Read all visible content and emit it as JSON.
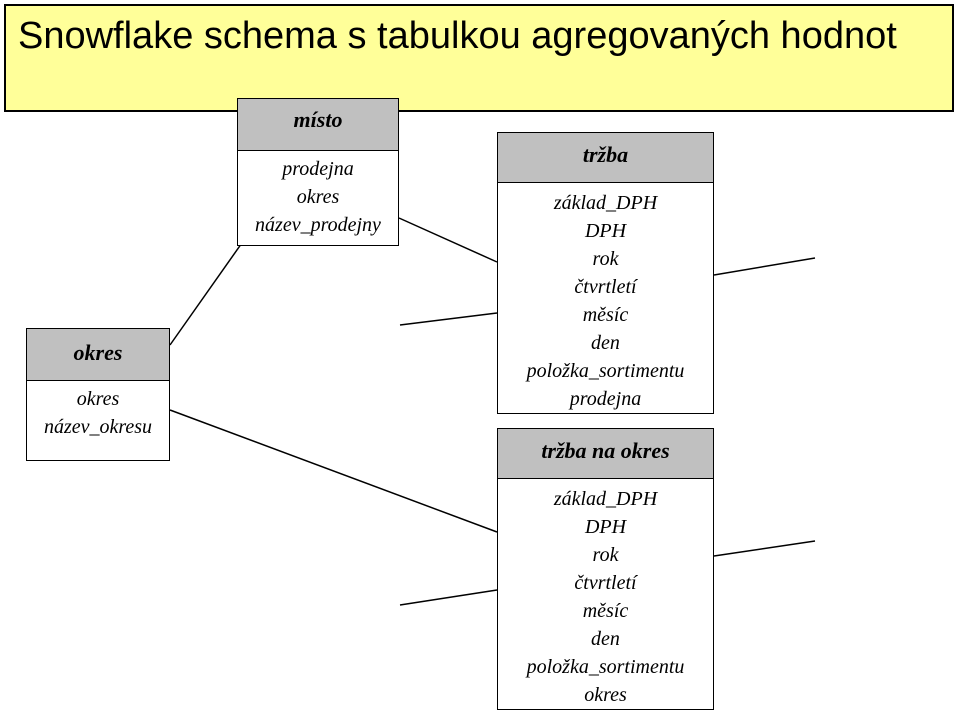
{
  "title": "Snowflake schema s tabulkou agregovaných hodnot",
  "entities": {
    "misto": {
      "name": "místo",
      "fields": [
        "prodejna",
        "okres",
        "název_prodejny"
      ]
    },
    "okres": {
      "name": "okres",
      "fields": [
        "okres",
        "název_okresu"
      ]
    },
    "trzba": {
      "name": "tržba",
      "fields": [
        "základ_DPH",
        "DPH",
        "rok",
        "čtvrtletí",
        "měsíc",
        "den",
        "položka_sortimentu",
        "prodejna"
      ]
    },
    "trzba_okres": {
      "name": "tržba na okres",
      "fields": [
        "základ_DPH",
        "DPH",
        "rok",
        "čtvrtletí",
        "měsíc",
        "den",
        "položka_sortimentu",
        "okres"
      ]
    }
  }
}
